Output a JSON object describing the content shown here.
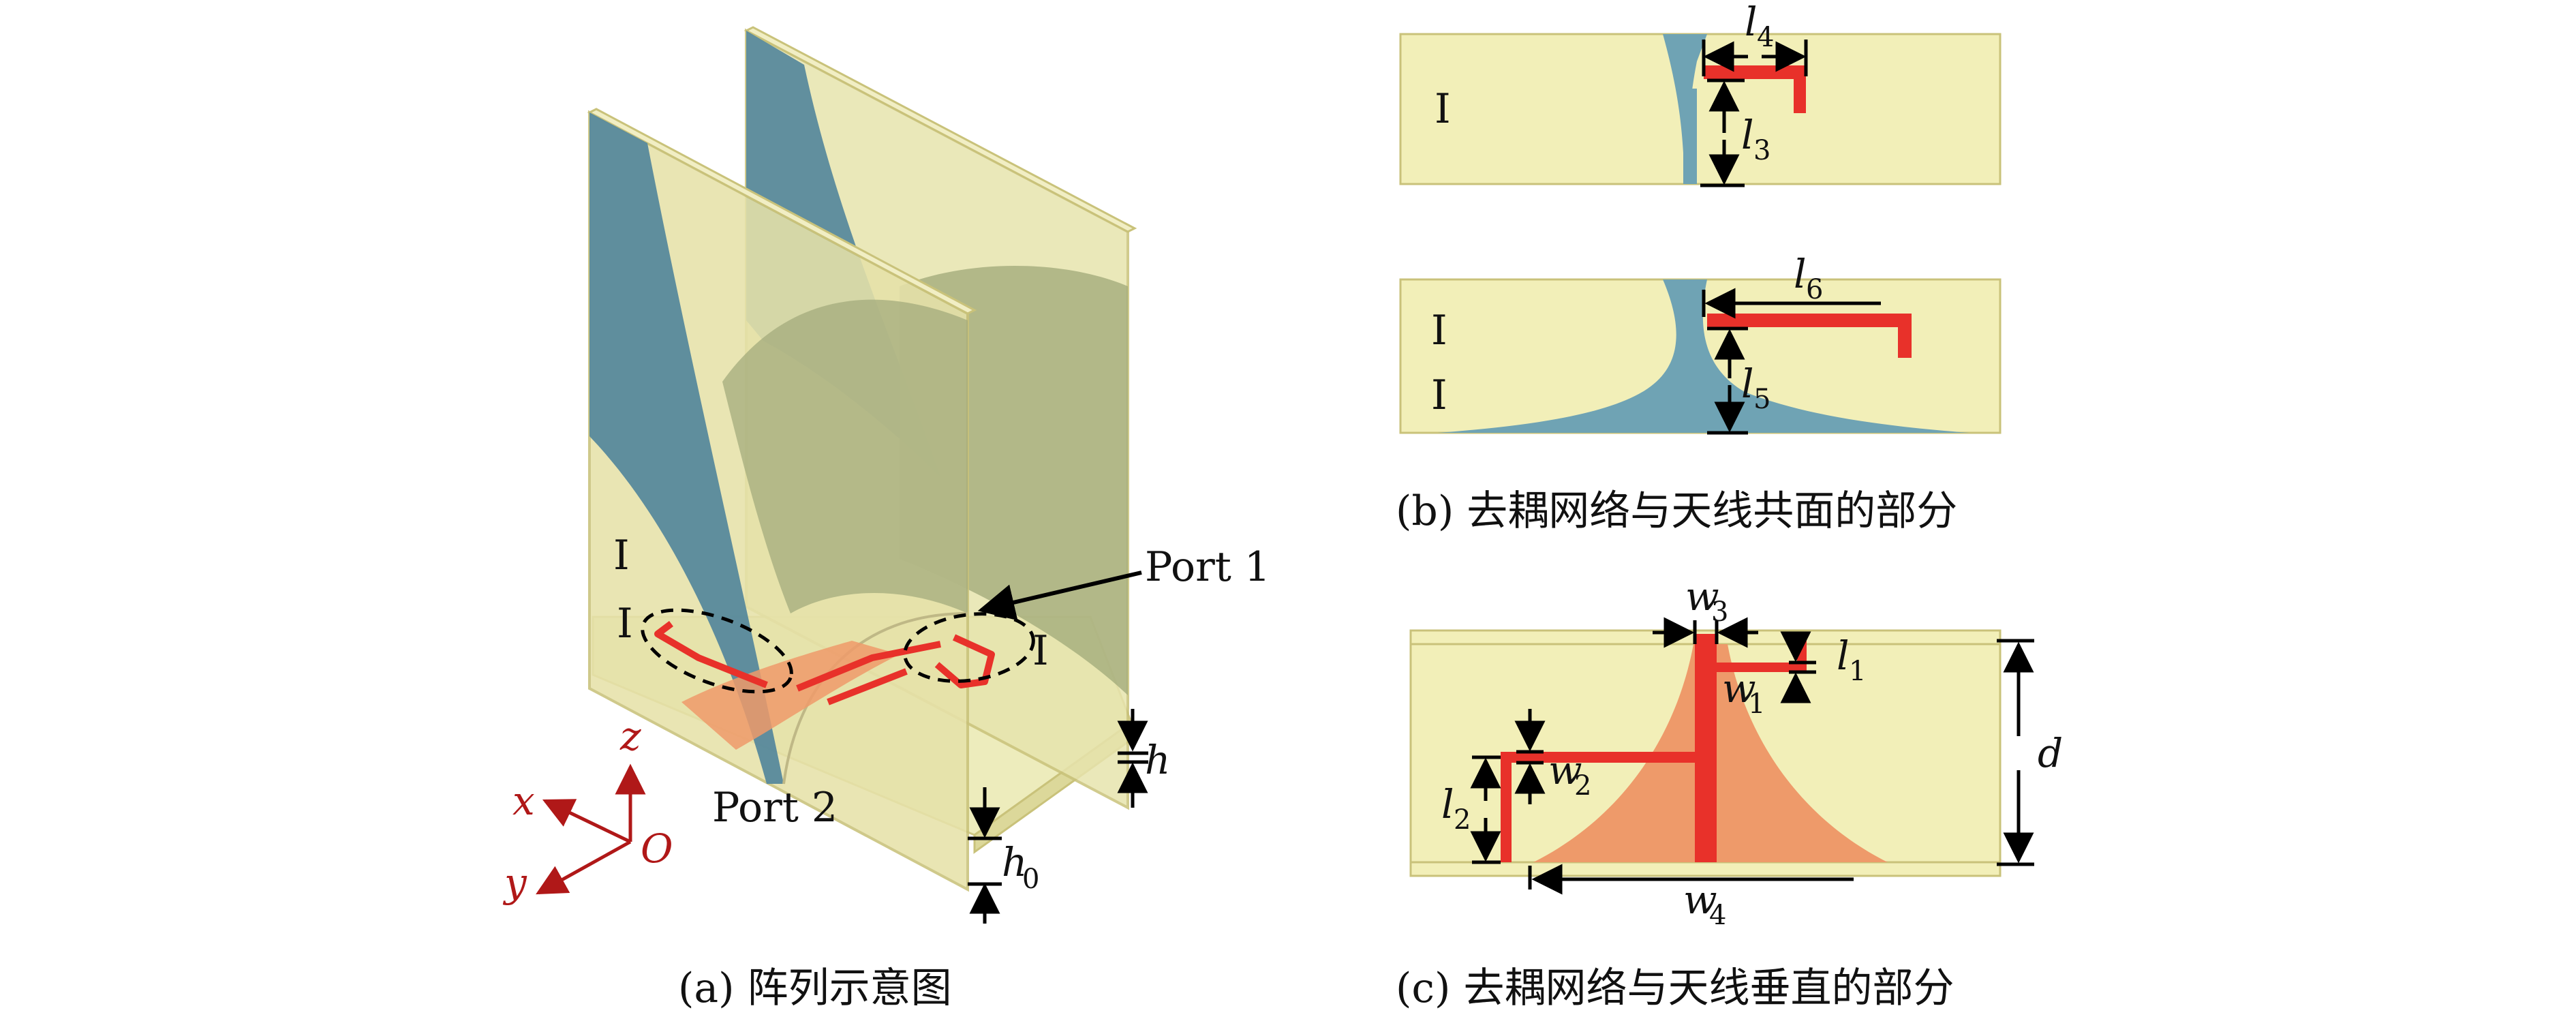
{
  "panel_a": {
    "caption": "(a) 阵列示意图",
    "port1": "Port 1",
    "port2": "Port 2",
    "roman_left_upper": "I",
    "roman_left_lower": "I",
    "roman_right": "I",
    "dim_h": "h",
    "dim_h0": "h",
    "dim_h0_sub": "0",
    "axis_x": "x",
    "axis_y": "y",
    "axis_z": "z",
    "axis_origin": "O",
    "colors": {
      "substrate": "#eeeab0",
      "metal_blue": "#5a8a9c",
      "trace_red": "#e8312a",
      "axis": "#b01818"
    }
  },
  "panel_b": {
    "caption": "(b) 去耦网络与天线共面的部分",
    "top": {
      "roman": "I",
      "l4": "l",
      "l4_sub": "4",
      "l3": "l",
      "l3_sub": "3"
    },
    "bottom": {
      "roman_1": "I",
      "roman_2": "I",
      "l6": "l",
      "l6_sub": "6",
      "l5": "l",
      "l5_sub": "5"
    }
  },
  "panel_c": {
    "caption": "(c) 去耦网络与天线垂直的部分",
    "w3": "w",
    "w3_sub": "3",
    "l1": "l",
    "l1_sub": "1",
    "w1": "w",
    "w1_sub": "1",
    "w2": "w",
    "w2_sub": "2",
    "l2": "l",
    "l2_sub": "2",
    "w4": "w",
    "w4_sub": "4",
    "d": "d",
    "colors": {
      "substrate": "#f2efb8",
      "flare": "#ee9a6a",
      "trace_red": "#e8312a"
    }
  }
}
